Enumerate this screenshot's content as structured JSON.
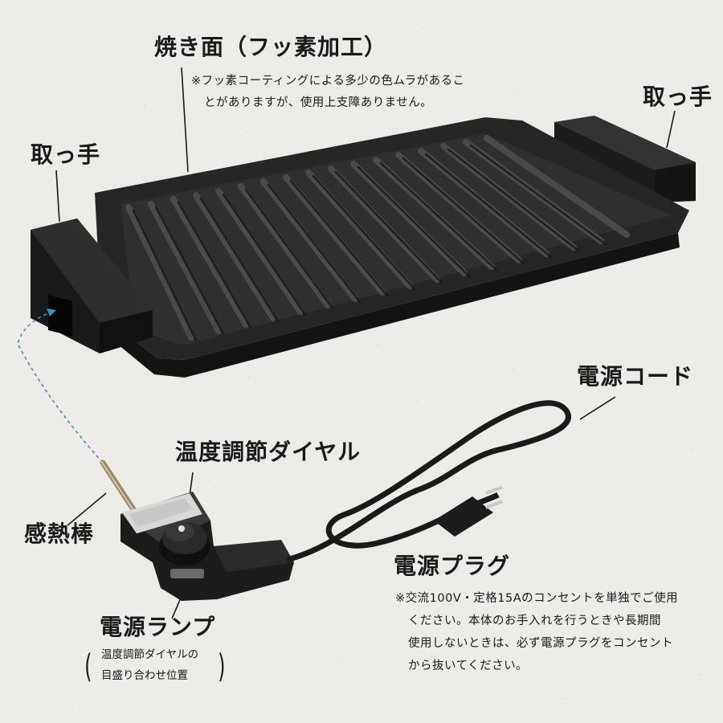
{
  "labels": {
    "cooking_surface": "焼き面（フッ素加工）",
    "cooking_surface_note_line1": "※フッ素コーティングによる多少の色ムラがあるこ",
    "cooking_surface_note_line2": "とがありますが、使用上支障ありません。",
    "handle_right": "取っ手",
    "handle_left": "取っ手",
    "power_cord": "電源コード",
    "temperature_dial": "温度調節ダイヤル",
    "heat_sensor_rod": "感熱棒",
    "power_plug": "電源プラグ",
    "power_plug_note_line1": "※交流100V・定格15Aのコンセントを単独でご使用",
    "power_plug_note_line2": "ください。本体のお手入れを行うときや長期間",
    "power_plug_note_line3": "使用しないときは、必ず電源プラグをコンセント",
    "power_plug_note_line4": "から抜いてください。",
    "power_lamp": "電源ランプ",
    "power_lamp_note_line1": "温度調節ダイヤルの",
    "power_lamp_note_line2": "目盛り合わせ位置"
  },
  "colors": {
    "background": "#ecebe8",
    "product": "#242424",
    "leader_line": "#1a1a1a",
    "insert_guide": "#3a8fc4"
  }
}
